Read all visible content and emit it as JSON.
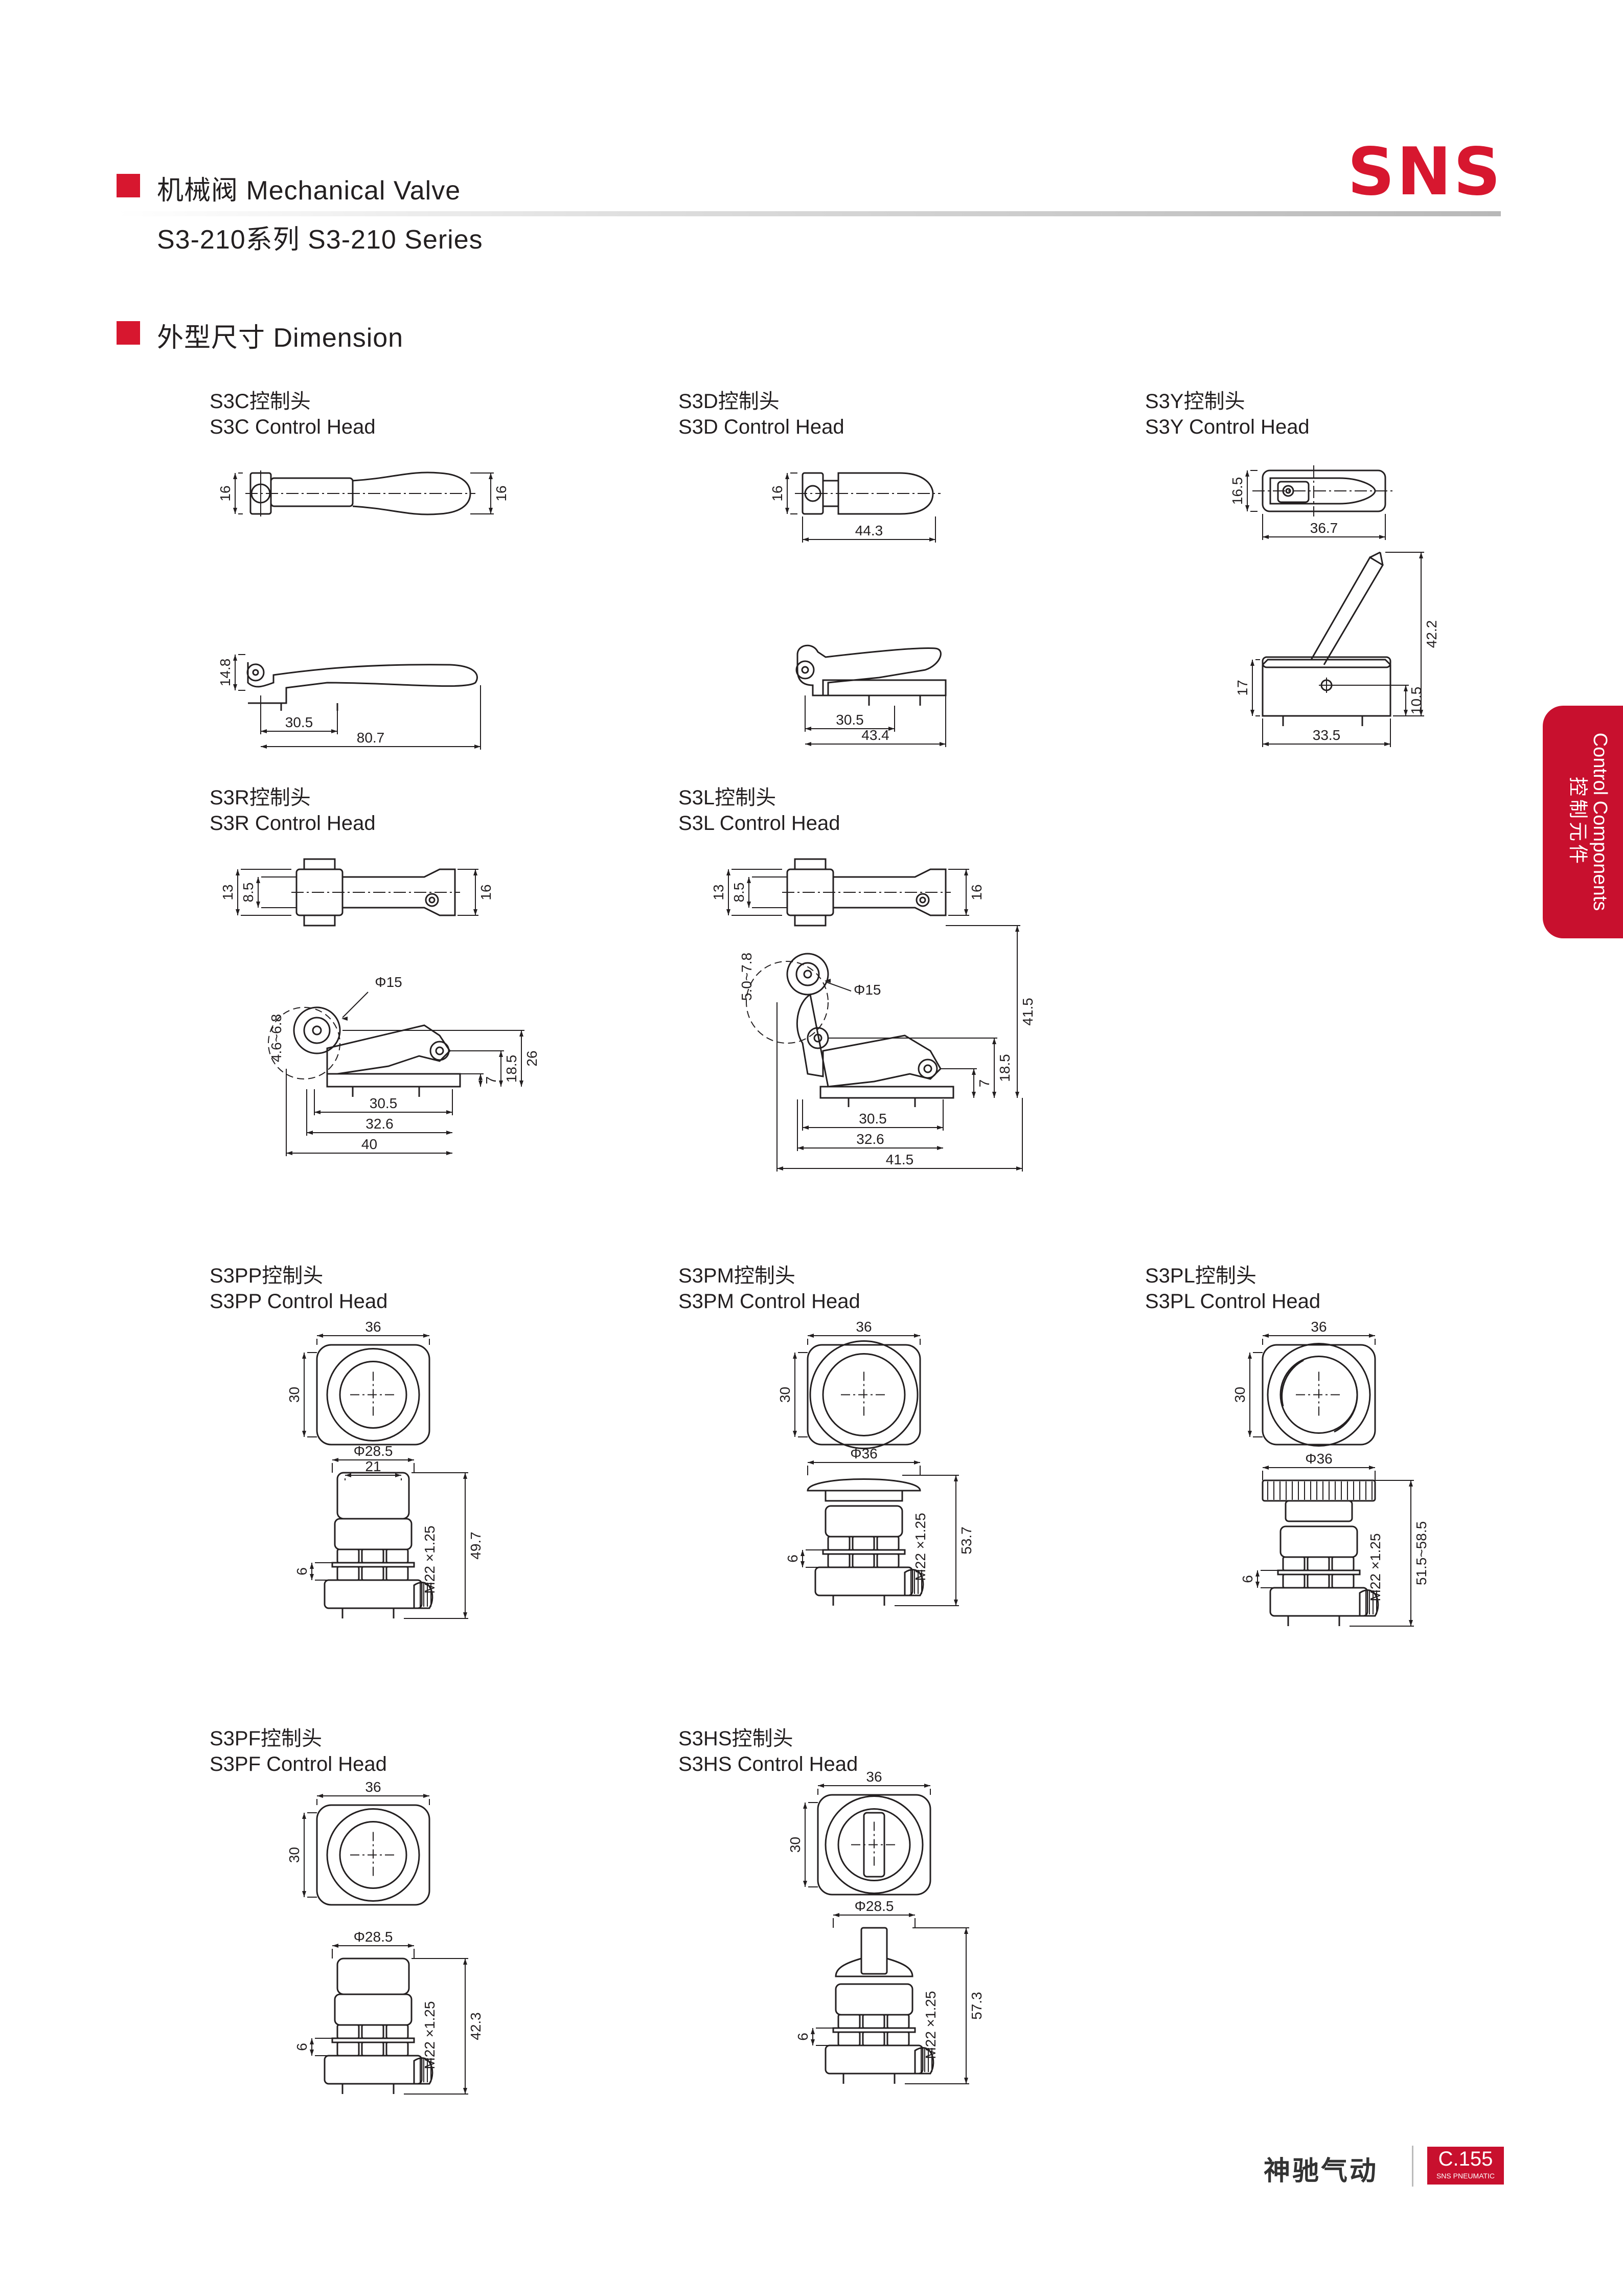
{
  "header": {
    "title": "机械阀 Mechanical Valve",
    "series": "S3-210系列 S3-210 Series",
    "brand": "SNS"
  },
  "section": {
    "title": "外型尺寸 Dimension"
  },
  "side_tab": {
    "en": "Control Components",
    "cn": "控制元件"
  },
  "heads": [
    {
      "cn": "S3C控制头",
      "en": "S3C Control Head",
      "dims": [
        "16",
        "16",
        "14.8",
        "30.5",
        "80.7"
      ]
    },
    {
      "cn": "S3D控制头",
      "en": "S3D Control Head",
      "dims": [
        "16",
        "44.3",
        "30.5",
        "43.4"
      ]
    },
    {
      "cn": "S3Y控制头",
      "en": "S3Y Control Head",
      "dims": [
        "16.5",
        "36.7",
        "42.2",
        "17",
        "10.5",
        "33.5"
      ]
    },
    {
      "cn": "S3R控制头",
      "en": "S3R Control Head",
      "dims": [
        "13",
        "8.5",
        "16",
        "Φ15",
        "4.6~6.8",
        "26",
        "18.5",
        "7",
        "30.5",
        "32.6",
        "40"
      ]
    },
    {
      "cn": "S3L控制头",
      "en": "S3L Control Head",
      "dims": [
        "13",
        "8.5",
        "16",
        "5.0~7.8",
        "Φ15",
        "41.5",
        "18.5",
        "7",
        "30.5",
        "32.6",
        "41.5"
      ]
    },
    {
      "cn": "S3PP控制头",
      "en": "S3PP Control Head",
      "dims": [
        "36",
        "30",
        "Φ28.5",
        "21",
        "M22 ×1.25",
        "49.7",
        "6"
      ]
    },
    {
      "cn": "S3PM控制头",
      "en": "S3PM Control Head",
      "dims": [
        "36",
        "30",
        "Φ36",
        "M22 ×1.25",
        "53.7",
        "6"
      ]
    },
    {
      "cn": "S3PL控制头",
      "en": "S3PL Control Head",
      "dims": [
        "36",
        "30",
        "Φ36",
        "M22 ×1.25",
        "51.5~58.5",
        "6"
      ]
    },
    {
      "cn": "S3PF控制头",
      "en": "S3PF Control Head",
      "dims": [
        "36",
        "30",
        "Φ28.5",
        "M22 ×1.25",
        "42.3",
        "6"
      ]
    },
    {
      "cn": "S3HS控制头",
      "en": "S3HS Control Head",
      "dims": [
        "36",
        "30",
        "Φ28.5",
        "M22 ×1.25",
        "57.3",
        "6"
      ]
    }
  ],
  "footer": {
    "company": "神驰气动",
    "page": "C.155",
    "sub": "SNS PNEUMATIC"
  },
  "colors": {
    "accent": "#d7172f",
    "tab": "#c8102e",
    "ink": "#231f20"
  }
}
